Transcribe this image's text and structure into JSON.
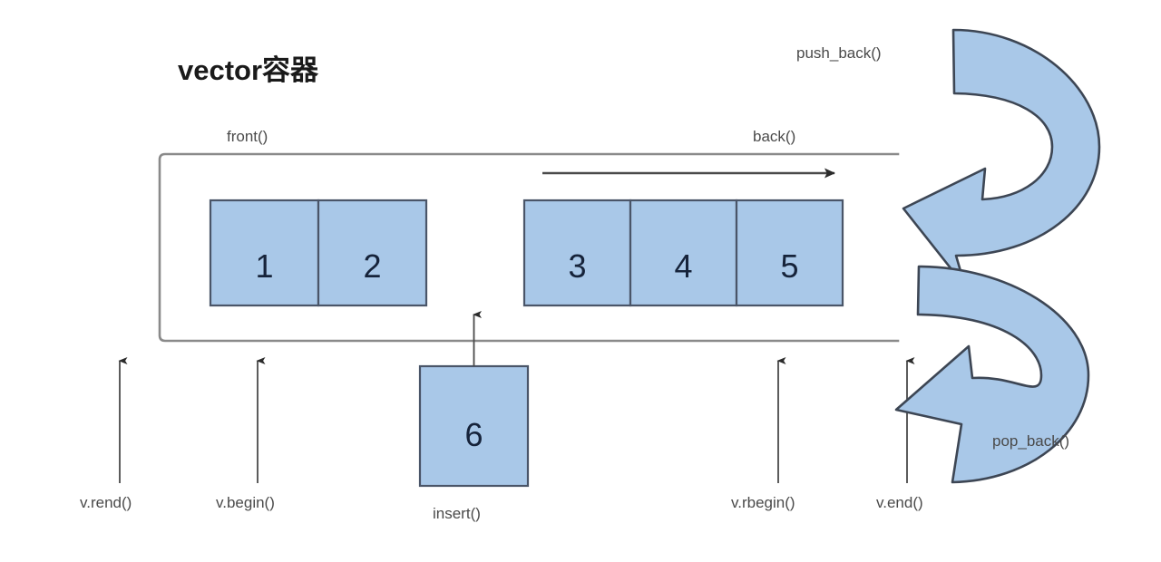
{
  "diagram": {
    "title": "vector容器",
    "container": {
      "front_label": "front()",
      "back_label": "back()"
    },
    "cells": {
      "left_group": [
        "1",
        "2"
      ],
      "right_group": [
        "3",
        "4",
        "5"
      ],
      "insert_value": "6"
    },
    "operations": {
      "push_back": "push_back()",
      "pop_back": "pop_back()",
      "insert": "insert()"
    },
    "iterators": {
      "rend": "v.rend()",
      "begin": "v.begin()",
      "rbegin": "v.rbegin()",
      "end": "v.end()"
    },
    "colors": {
      "cell_fill": "#a9c8e8",
      "cell_stroke": "#4a5568",
      "frame_stroke": "#8a8a8a",
      "text_dark": "#16233a",
      "label_gray": "#4a4a4a"
    }
  }
}
